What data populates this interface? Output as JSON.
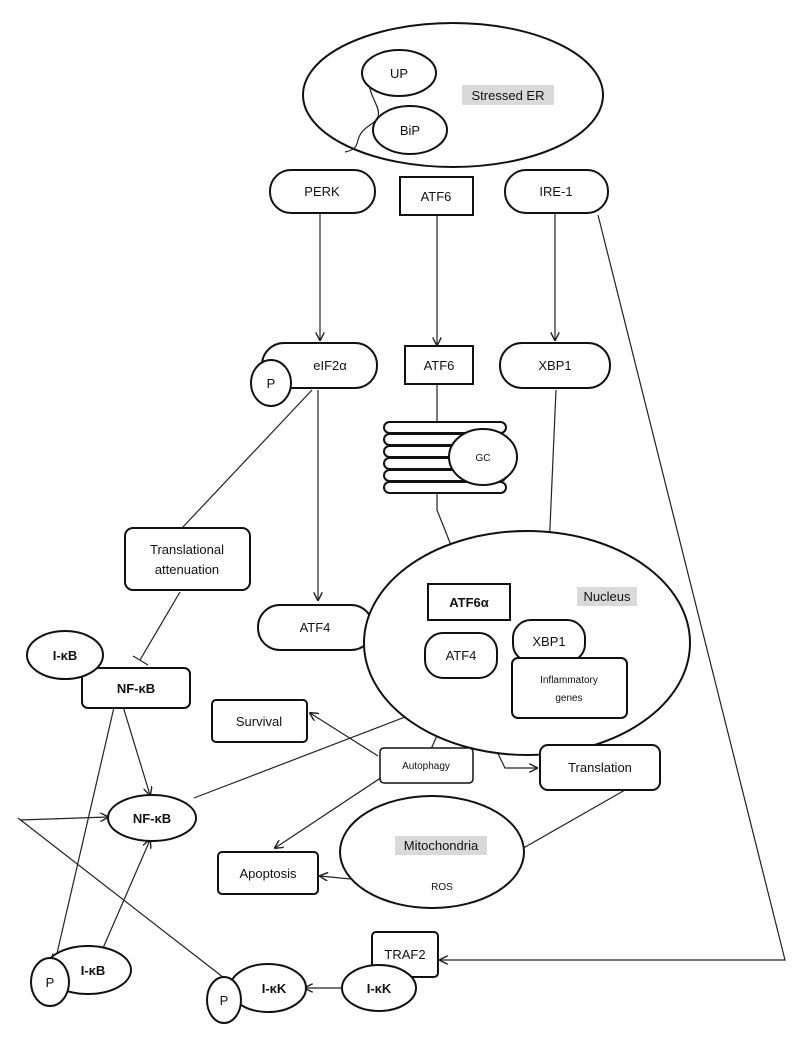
{
  "labels": {
    "up": "UP",
    "bip": "BiP",
    "stressed_er": "Stressed ER",
    "perk": "PERK",
    "atf6_top": "ATF6",
    "ire1": "IRE-1",
    "eif2a": "eIF2α",
    "p_eif2a": "P",
    "atf6_mid": "ATF6",
    "xbp1_top": "XBP1",
    "gc": "GC",
    "transl_atten_1": "Translational",
    "transl_atten_2": "attenuation",
    "ikb_top": "I-κB",
    "nfkb_box": "NF-κB",
    "atf4_left": "ATF4",
    "nucleus": "Nucleus",
    "atf6a": "ATF6α",
    "xbp1_nuc": "XBP1",
    "atf4_nuc": "ATF4",
    "inflam_1": "Inflammatory",
    "inflam_2": "genes",
    "survival": "Survival",
    "autophagy": "Autophagy",
    "translation": "Translation",
    "nfkb_oval": "NF-κB",
    "mitochondria": "Mitochondria",
    "apoptosis": "Apoptosis",
    "ros": "ROS",
    "traf2": "TRAF2",
    "p_ikb": "P",
    "ikb_bottom": "I-κB",
    "p_ikk": "P",
    "ikk_p": "I-κK",
    "ikk": "I-κK"
  }
}
